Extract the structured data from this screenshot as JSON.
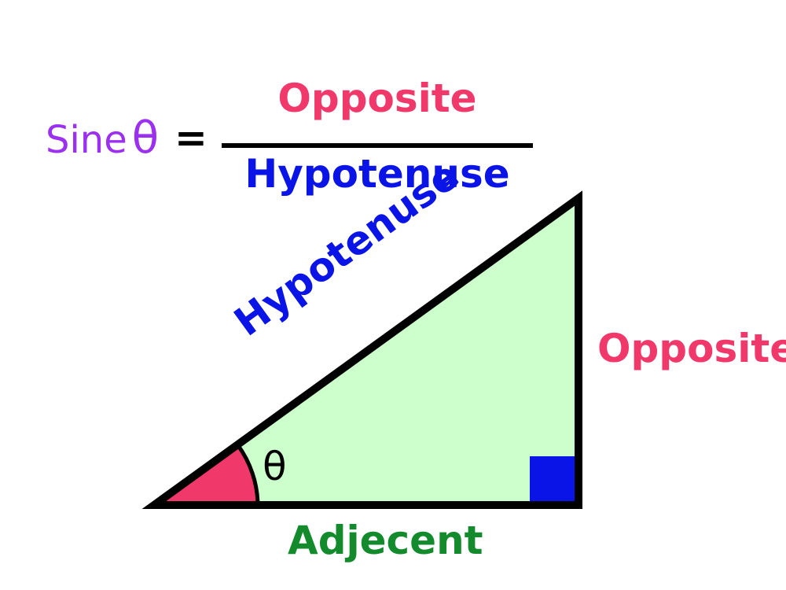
{
  "formula": {
    "function_name": "Sine",
    "angle_symbol": "θ",
    "equals": "=",
    "numerator": "Opposite",
    "denominator": "Hypotenuse"
  },
  "triangle": {
    "hypotenuse_label": "Hypotenuse",
    "opposite_label": "Opposite",
    "adjacent_label": "Adjecent",
    "angle_label": "θ"
  },
  "colors": {
    "sine": "#9b30f0",
    "opposite": "#f0386b",
    "hypotenuse": "#0a14e6",
    "adjacent": "#138a2c",
    "triangle_fill": "#ccffcc",
    "angle_fill": "#f0386b",
    "right_angle_marker": "#0a14e6",
    "outline": "#000000"
  }
}
